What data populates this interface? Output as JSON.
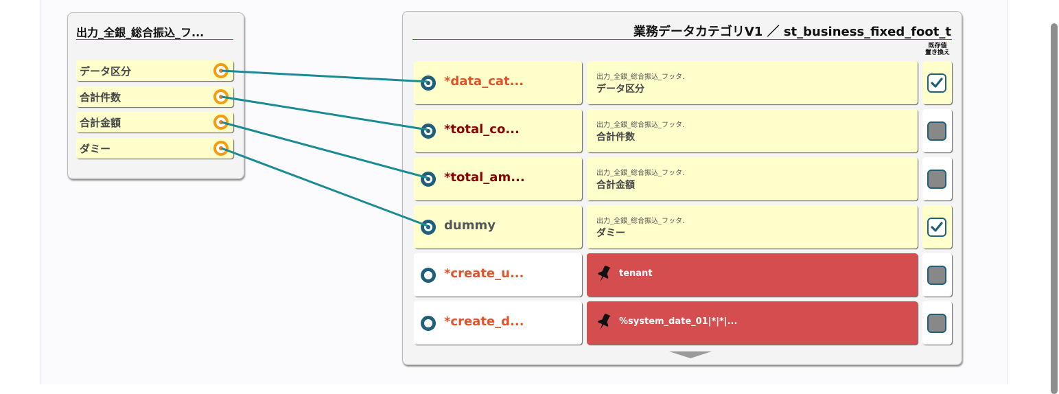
{
  "colors": {
    "source_port": "#f39c12",
    "target_port": "#1f5f7a",
    "link_line": "#1a8a94",
    "fixed_value_bg": "#d44d4f",
    "mapped_bg": "#ffffcc",
    "title_rule": "#c0392b"
  },
  "source_panel": {
    "title": "出力_全銀_総合振込_フ...",
    "fields": [
      {
        "label": "データ区分"
      },
      {
        "label": "合計件数"
      },
      {
        "label": "合計金額"
      },
      {
        "label": "ダミー"
      }
    ]
  },
  "target_panel": {
    "title": "業務データカテゴリV1 ／ st_business_fixed_foot_t",
    "overwrite_header": [
      "既存値",
      "置き換え"
    ],
    "rows": [
      {
        "name": "*data_cat...",
        "name_style": "red",
        "mapped": true,
        "source": "出力_全銀_総合振込_フッタ.",
        "value": "データ区分",
        "overwrite": true
      },
      {
        "name": "*total_co...",
        "name_style": "dark",
        "mapped": true,
        "source": "出力_全銀_総合振込_フッタ.",
        "value": "合計件数",
        "overwrite": false
      },
      {
        "name": "*total_am...",
        "name_style": "dark",
        "mapped": true,
        "source": "出力_全銀_総合振込_フッタ.",
        "value": "合計金額",
        "overwrite": false
      },
      {
        "name": "dummy",
        "name_style": "gray",
        "mapped": true,
        "source": "出力_全銀_総合振込_フッタ.",
        "value": "ダミー",
        "overwrite": true
      },
      {
        "name": "*create_u...",
        "name_style": "red",
        "mapped": false,
        "fixed_value": "tenant",
        "icon": "pushpin-icon",
        "overwrite": false
      },
      {
        "name": "*create_d...",
        "name_style": "red",
        "mapped": false,
        "fixed_value": "%system_date_01|*|*|...",
        "icon": "pushpin-icon",
        "overwrite": false
      }
    ]
  }
}
